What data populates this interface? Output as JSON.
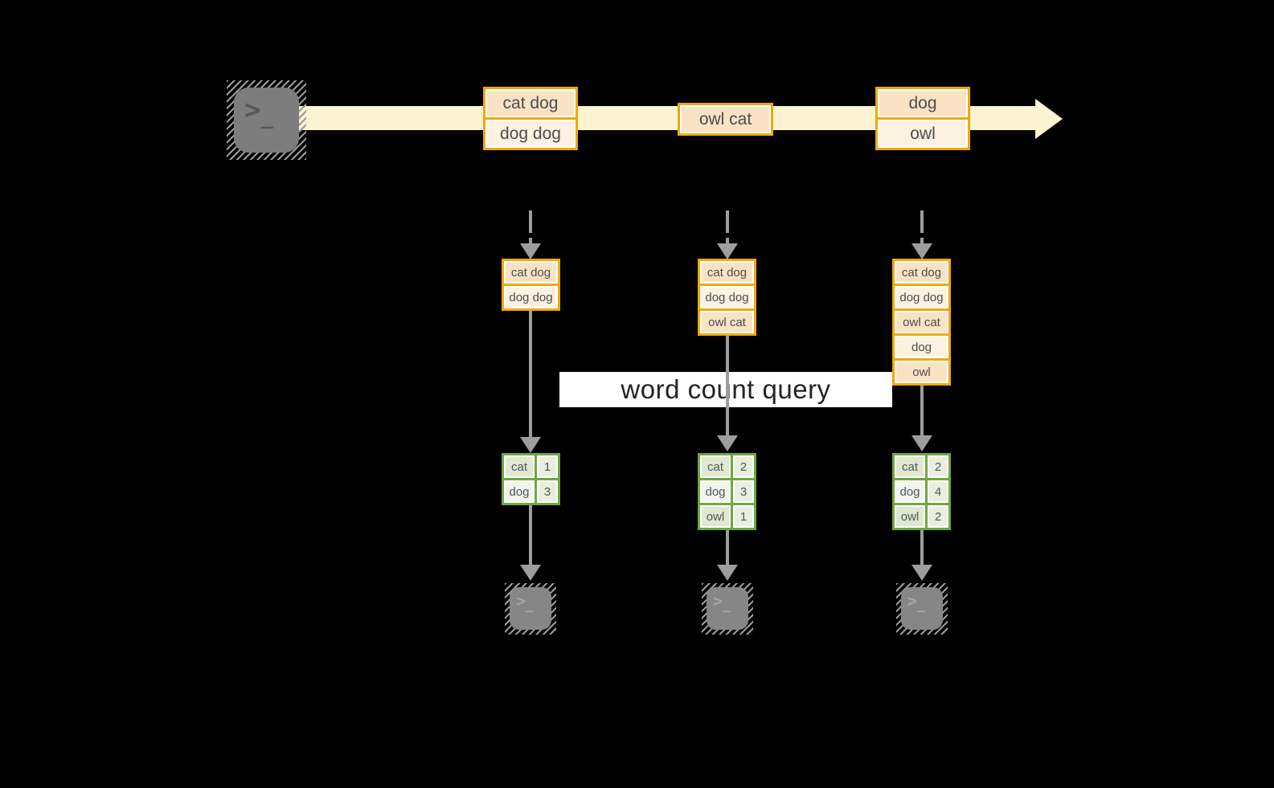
{
  "terminal": {
    "prompt": ">",
    "cursor": "_"
  },
  "query": {
    "label": "word count query"
  },
  "timeline": {
    "events": [
      {
        "records": [
          "cat dog",
          "dog dog"
        ]
      },
      {
        "records": [
          "owl cat"
        ]
      },
      {
        "records": [
          "dog",
          "owl"
        ]
      }
    ]
  },
  "columns": [
    {
      "batch": {
        "records": [
          "cat dog",
          "dog dog"
        ]
      },
      "counts": {
        "rows": [
          {
            "word": "cat",
            "count": "1"
          },
          {
            "word": "dog",
            "count": "3"
          }
        ]
      }
    },
    {
      "batch": {
        "records": [
          "cat dog",
          "dog dog",
          "owl cat"
        ]
      },
      "counts": {
        "rows": [
          {
            "word": "cat",
            "count": "2"
          },
          {
            "word": "dog",
            "count": "3"
          },
          {
            "word": "owl",
            "count": "1"
          }
        ]
      }
    },
    {
      "batch": {
        "records": [
          "cat dog",
          "dog dog",
          "owl cat",
          "dog",
          "owl"
        ]
      },
      "counts": {
        "rows": [
          {
            "word": "cat",
            "count": "2"
          },
          {
            "word": "dog",
            "count": "4"
          },
          {
            "word": "owl",
            "count": "2"
          }
        ]
      }
    }
  ],
  "colors": {
    "background": "#000000",
    "timeline_band": "#fcf3d3",
    "record_border": "#f0a80a",
    "record_fill_dark": "#fae3c5",
    "record_fill_light": "#fdf2e2",
    "table_border": "#70a73f",
    "table_fill_sage": "#dee9d2",
    "table_fill_light": "#f1f5ee",
    "table_fill_value": "#e9efde",
    "arrow_gray": "#9d9d9d",
    "banner_bg": "#ffffff"
  }
}
